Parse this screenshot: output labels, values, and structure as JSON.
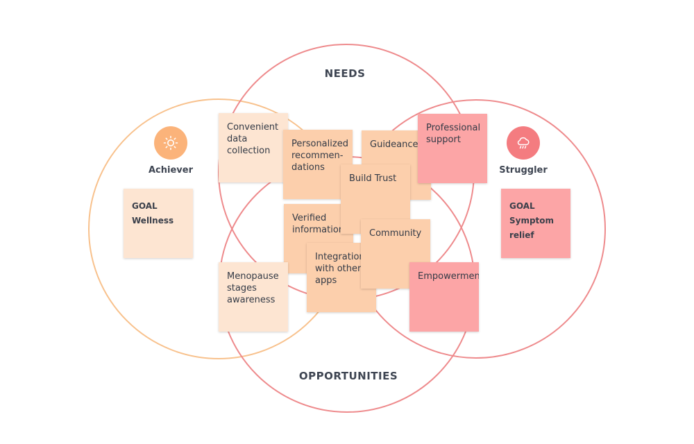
{
  "sections": {
    "needs": "NEEDS",
    "opportunities": "OPPORTUNITIES"
  },
  "colors": {
    "orange_ring": "#f8c18c",
    "red_ring": "#ee8a8c",
    "light_note": "#fde5d2",
    "mid_note": "#fccfac",
    "pink_note": "#fca5a6",
    "text": "#3e4552"
  },
  "personas": {
    "achiever": {
      "name": "Achiever",
      "icon": "sun-icon",
      "icon_color": "#fbb37a",
      "goal_label": "GOAL",
      "goal_text": "Wellness"
    },
    "struggler": {
      "name": "Struggler",
      "icon": "rain-cloud-icon",
      "icon_color": "#f47c80",
      "goal_label": "GOAL",
      "goal_text": "Symptom\nrelief"
    }
  },
  "notes": {
    "convenient": "Convenient\ndata\ncollection",
    "personalized": "Personalized\nrecommen-\ndations",
    "guideance": "Guideance",
    "professional": "Professional\nsupport",
    "build_trust": "Build Trust",
    "verified": "Verified\ninformation",
    "community": "Community",
    "integration": "Integration\nwith other\napps",
    "menopause": "Menopause\nstages\nawareness",
    "empowerment": "Empowerment"
  }
}
